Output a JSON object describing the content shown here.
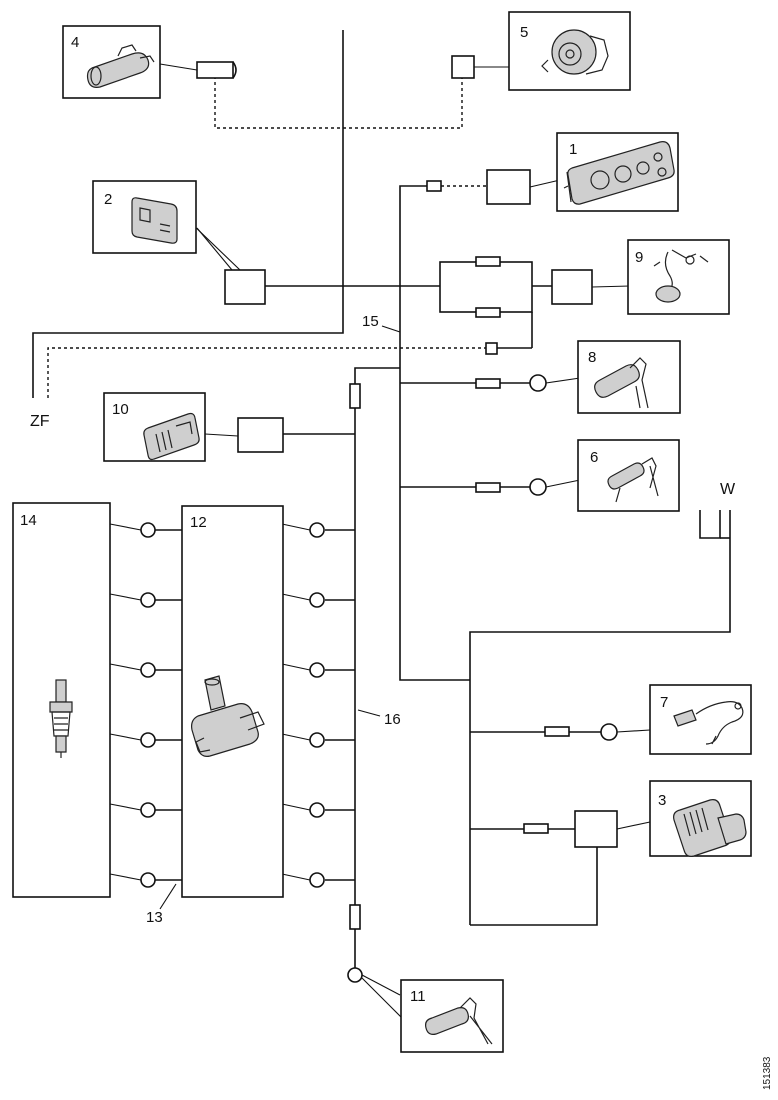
{
  "labels": {
    "c1": "1",
    "c2": "2",
    "c3": "3",
    "c4": "4",
    "c5": "5",
    "c6": "6",
    "c7": "7",
    "c8": "8",
    "c9": "9",
    "c10": "10",
    "c11": "11",
    "c12": "12",
    "c13": "13",
    "c14": "14",
    "c15": "15",
    "c16": "16",
    "zf": "ZF",
    "w": "W"
  },
  "figure_code": "151383"
}
